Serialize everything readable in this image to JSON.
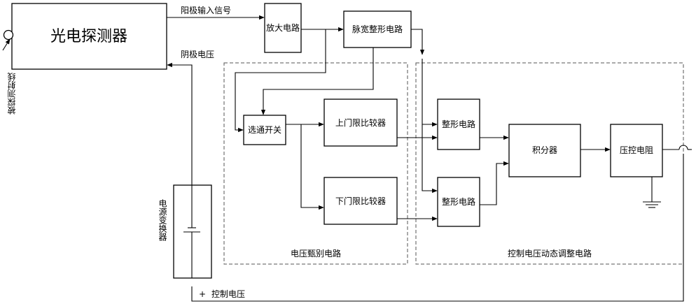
{
  "blocks": {
    "photodetector": "光电探测器",
    "amplifier": "放大电路",
    "pulse_shaper": "脉宽整形电路",
    "gate_switch": "选通开关",
    "upper_comparator": "上门限比较器",
    "lower_comparator": "下门限比较器",
    "shaper_upper": "整形电路",
    "shaper_lower": "整形电路",
    "integrator": "积分器",
    "voltage_controlled_resistor": "压控电阻",
    "power_converter": "电源变换器"
  },
  "groups": {
    "screening": "电压甄别电路",
    "dynamic_adjust": "控制电压动态调整电路"
  },
  "signals": {
    "anode_input": "阳极输入信号",
    "cathode_voltage": "阴极电压",
    "control_voltage": "控制电压",
    "plus_sign": "+",
    "radiation_source": "被探测射线"
  }
}
